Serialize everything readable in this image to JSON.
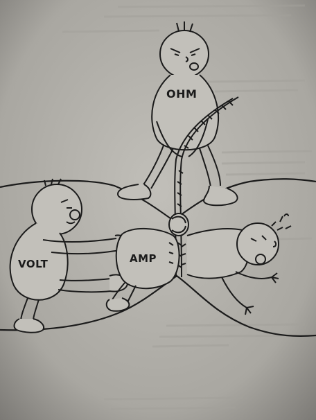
{
  "cartoon": {
    "ohm_label": "OHM",
    "volt_label": "VOLT",
    "amp_label": "AMP"
  },
  "colors": {
    "paper": "#b9b7b1",
    "paper_shadow": "#7e7c78",
    "ink": "#1b1b1b",
    "bleed_text": "#9a9892"
  }
}
